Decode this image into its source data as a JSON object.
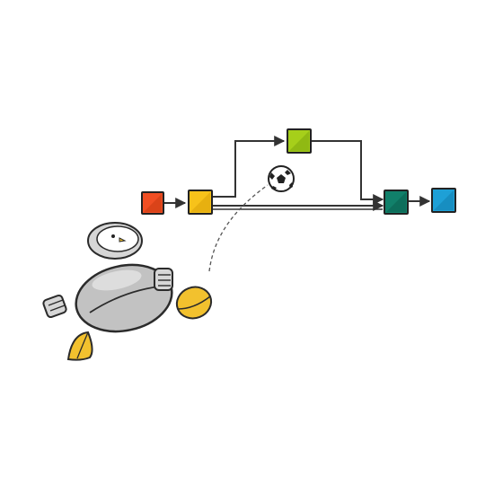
{
  "illustration": {
    "pipeline": {
      "nodes": [
        {
          "id": "start",
          "color": "#f04e23",
          "shade": "#c93a12"
        },
        {
          "id": "stage-2",
          "color": "#f7c21a",
          "shade": "#dba20a"
        },
        {
          "id": "upper",
          "color": "#a6cf1a",
          "shade": "#7ea80f"
        },
        {
          "id": "merge",
          "color": "#11806a",
          "shade": "#0b5f4f"
        },
        {
          "id": "end",
          "color": "#1ea0d6",
          "shade": "#137fb0"
        }
      ],
      "line_color": "#333333"
    },
    "ball": {
      "icon": "soccer-ball-icon"
    },
    "figure": {
      "head_color": "#d6d6d6",
      "body_color": "#c2c2c2",
      "accent_color": "#f2c12e",
      "outline_color": "#2b2b2b"
    }
  }
}
